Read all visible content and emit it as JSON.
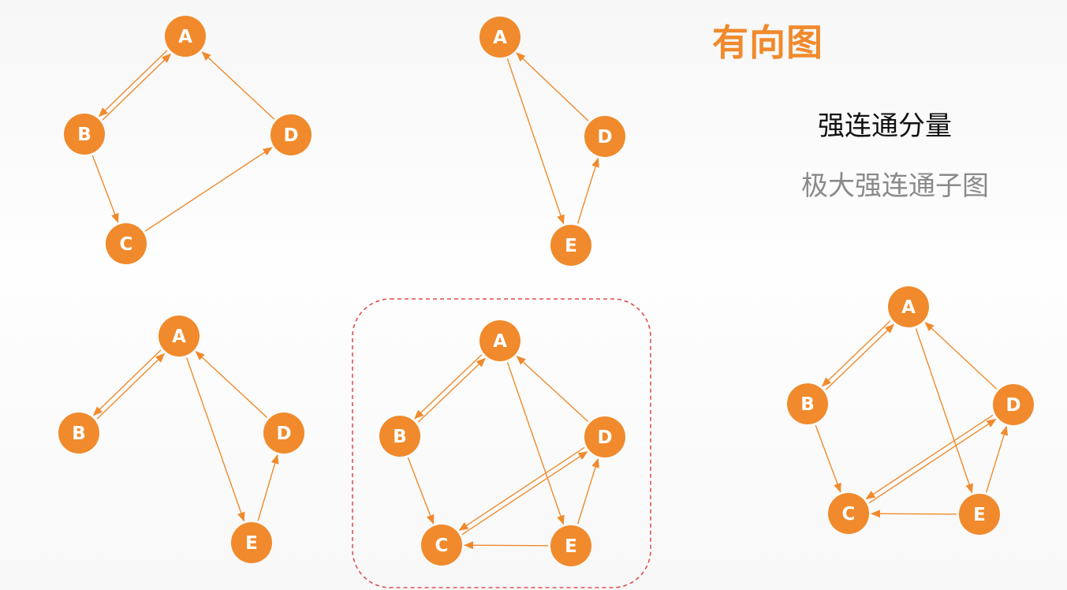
{
  "heading": {
    "title": "有向图",
    "subtitle": "强连通分量",
    "note": "极大强连通子图"
  },
  "colors": {
    "node": "#f08a2c",
    "edge": "#f08a2c",
    "title": "#f08a2c",
    "highlight_border": "#e05050"
  },
  "graphs": [
    {
      "name": "graph-1",
      "nodes": [
        "A",
        "B",
        "C",
        "D"
      ],
      "edges": [
        [
          "A",
          "B"
        ],
        [
          "B",
          "A"
        ],
        [
          "B",
          "C"
        ],
        [
          "C",
          "D"
        ],
        [
          "D",
          "A"
        ]
      ]
    },
    {
      "name": "graph-2",
      "nodes": [
        "A",
        "D",
        "E"
      ],
      "edges": [
        [
          "A",
          "E"
        ],
        [
          "E",
          "D"
        ],
        [
          "D",
          "A"
        ]
      ]
    },
    {
      "name": "graph-3",
      "nodes": [
        "A",
        "B",
        "D",
        "E"
      ],
      "edges": [
        [
          "A",
          "B"
        ],
        [
          "B",
          "A"
        ],
        [
          "A",
          "E"
        ],
        [
          "E",
          "D"
        ],
        [
          "D",
          "A"
        ]
      ]
    },
    {
      "name": "graph-4",
      "highlighted": true,
      "nodes": [
        "A",
        "B",
        "C",
        "D",
        "E"
      ],
      "edges": [
        [
          "A",
          "B"
        ],
        [
          "B",
          "A"
        ],
        [
          "B",
          "C"
        ],
        [
          "C",
          "D"
        ],
        [
          "D",
          "C"
        ],
        [
          "E",
          "C"
        ],
        [
          "A",
          "E"
        ],
        [
          "E",
          "D"
        ],
        [
          "D",
          "A"
        ]
      ]
    },
    {
      "name": "graph-5",
      "nodes": [
        "A",
        "B",
        "C",
        "D",
        "E"
      ],
      "edges": [
        [
          "A",
          "B"
        ],
        [
          "B",
          "A"
        ],
        [
          "B",
          "C"
        ],
        [
          "C",
          "D"
        ],
        [
          "D",
          "C"
        ],
        [
          "E",
          "C"
        ],
        [
          "A",
          "E"
        ],
        [
          "E",
          "D"
        ],
        [
          "D",
          "A"
        ]
      ]
    }
  ]
}
